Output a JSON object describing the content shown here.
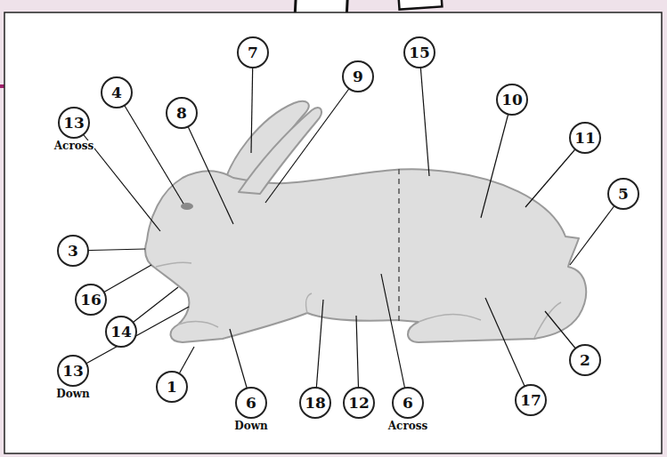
{
  "diagram": {
    "nodes": [
      {
        "text": [
          "7"
        ]
      },
      {
        "text": [
          "15"
        ]
      },
      {
        "text": [
          "9"
        ]
      },
      {
        "text": [
          "4"
        ]
      },
      {
        "text": [
          "10"
        ]
      },
      {
        "text": [
          "8"
        ]
      },
      {
        "text": [
          "13",
          "Across"
        ]
      },
      {
        "text": [
          "11"
        ]
      },
      {
        "text": [
          "5"
        ]
      },
      {
        "text": [
          "3"
        ]
      },
      {
        "text": [
          "16"
        ]
      },
      {
        "text": [
          "14"
        ]
      },
      {
        "text": [
          "2"
        ]
      },
      {
        "text": [
          "13",
          "Down"
        ]
      },
      {
        "text": [
          "1"
        ]
      },
      {
        "text": [
          "17"
        ]
      },
      {
        "text": [
          "6",
          "Down"
        ]
      },
      {
        "text": [
          "18"
        ]
      },
      {
        "text": [
          "12"
        ]
      },
      {
        "text": [
          "6",
          "Across"
        ]
      }
    ]
  }
}
